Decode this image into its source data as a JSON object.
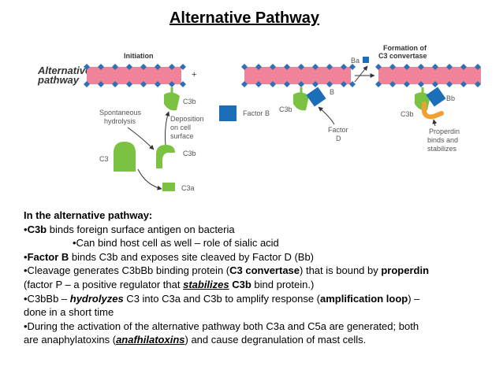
{
  "title": "Alternative Pathway",
  "diagram": {
    "pathway_label_line1": "Alternative",
    "pathway_label_line2": "pathway",
    "initiation": "Initiation",
    "plus": "+",
    "formation_line1": "Formation of",
    "formation_line2": "C3 convertase",
    "spont_line1": "Spontaneous",
    "spont_line2": "hydrolysis",
    "deposition_line1": "Deposition",
    "deposition_line2": "on cell",
    "deposition_line3": "surface",
    "c3": "C3",
    "c3b_1": "C3b",
    "c3b_2": "C3b",
    "c3a": "C3a",
    "factor_b": "Factor B",
    "c3b_mid": "C3b",
    "b": "B",
    "factor_d_line1": "Factor",
    "factor_d_line2": "D",
    "ba": "Ba",
    "bb": "Bb",
    "c3b_right": "C3b",
    "properdin_line1": "Properdin",
    "properdin_line2": "binds and",
    "properdin_line3": "stabilizes"
  },
  "text": {
    "heading": "In the alternative pathway:",
    "l1_bullet": "•",
    "l1_b": "C3b",
    "l1_rest": " binds foreign surface antigen on bacteria",
    "l2": "•Can bind host cell as well – role of sialic acid",
    "l3_bullet": "•",
    "l3_b": "Factor B",
    "l3_rest": " binds C3b and exposes site cleaved by Factor D (Bb)",
    "l4_a": "•Cleavage generates C3bBb binding protein (",
    "l4_b": "C3 convertase",
    "l4_c": ") that is bound by ",
    "l4_d": "properdin",
    "l5_a": "(factor P – a positive regulator that ",
    "l5_b": "stabilizes",
    "l5_c": " ",
    "l5_d": "C3b",
    "l5_e": " bind protein.)",
    "l6_a": "•C3bBb – ",
    "l6_b": "hydrolyzes",
    "l6_c": " C3 into C3a and C3b to amplify response (",
    "l6_d": "amplification loop",
    "l6_e": ") –",
    "l7": "done in a short time",
    "l8": "•During the activation of the alternative pathway both C3a and C5a are generated; both",
    "l9_a": "are anaphylatoxins (",
    "l9_b": "anafhilatoxins",
    "l9_c": ") and cause degranulation of mast cells."
  },
  "colors": {
    "membrane": "#f0829a",
    "diamond": "#2f6fb5",
    "c3_green": "#7cc242",
    "factor_b_blue": "#1a6fb8",
    "properdin_orange": "#f0a030",
    "label_text": "#555555",
    "arrow": "#333333"
  }
}
